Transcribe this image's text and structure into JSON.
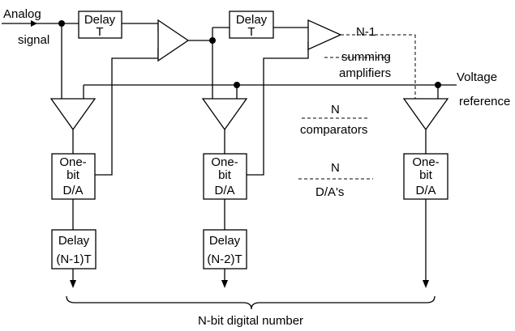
{
  "labels": {
    "input_line1": "Analog",
    "input_line2": "signal",
    "delay_top": "Delay",
    "delay_t": "T",
    "summing_count": "N-1",
    "summing_line1": "summing",
    "summing_line2": "amplifiers",
    "vref_line1": "Voltage",
    "vref_line2": "reference",
    "comparators_count": "N",
    "comparators_label": "comparators",
    "dacs_count": "N",
    "dacs_label": "D/A's",
    "dac_line1": "One-",
    "dac_line2": "bit",
    "dac_line3": "D/A",
    "delay_bottom": "Delay",
    "delay_n1": "(N-1)T",
    "delay_n2": "(N-2)T",
    "output": "N-bit digital number"
  }
}
